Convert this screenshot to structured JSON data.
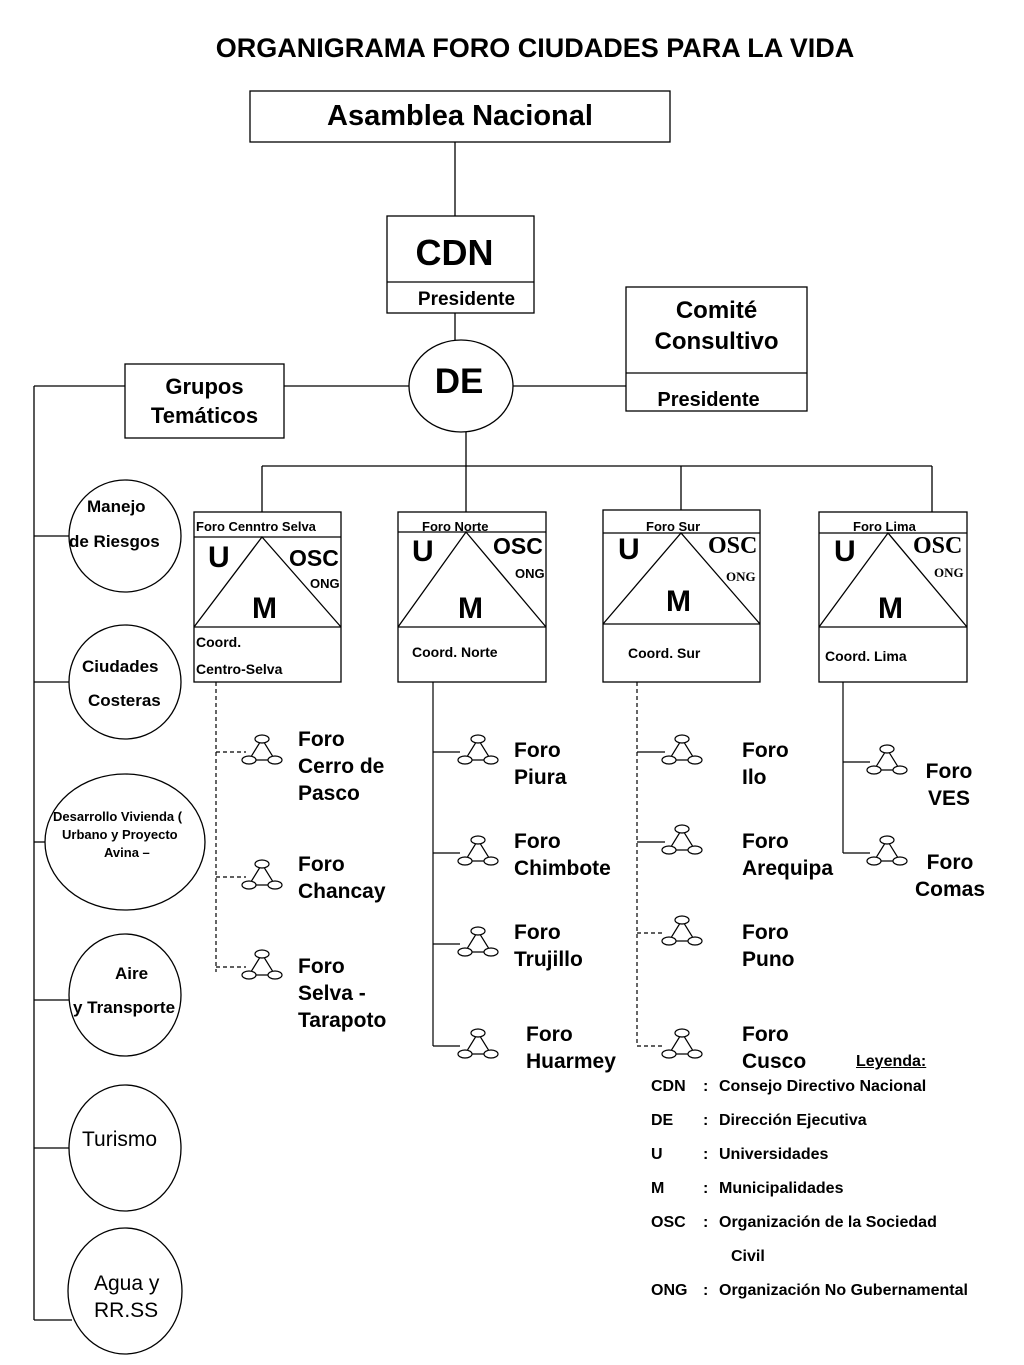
{
  "title": "ORGANIGRAMA FORO CIUDADES PARA LA VIDA",
  "asamblea": "Asamblea Nacional",
  "cdn": {
    "name": "CDN",
    "role": "Presidente"
  },
  "de": "DE",
  "comite": {
    "name_line1": "Comité",
    "name_line2": "Consultivo",
    "role": "Presidente"
  },
  "grupos": {
    "line1": "Grupos",
    "line2": "Temáticos"
  },
  "thematic_groups": [
    {
      "line1": "Manejo",
      "line2": "de Riesgos"
    },
    {
      "line1": "Ciudades",
      "line2": "Costeras"
    },
    {
      "line1": "Desarrollo Vivienda  (",
      "line2": "Urbano  y Proyecto",
      "line3": "Avina –"
    },
    {
      "line1": "Aire",
      "line2": "y Transporte"
    },
    {
      "line1": "Turismo"
    },
    {
      "line1": "Agua y",
      "line2": "RR.SS"
    }
  ],
  "foros": [
    {
      "header": "Foro Cenntro Selva",
      "coord_line1": "Coord.",
      "coord_line2": "Centro-Selva",
      "children": [
        {
          "line1": "Foro",
          "line2": "Cerro de",
          "line3": "Pasco"
        },
        {
          "line1": "Foro",
          "line2": "Chancay"
        },
        {
          "line1": "Foro",
          "line2": "Selva -",
          "line3": "Tarapoto"
        }
      ]
    },
    {
      "header": "Foro Norte",
      "coord_line1": "Coord.  Norte",
      "children": [
        {
          "line1": "Foro",
          "line2": "Piura"
        },
        {
          "line1": "Foro",
          "line2": "Chimbote"
        },
        {
          "line1": "Foro",
          "line2": "Trujillo"
        },
        {
          "line1": "Foro",
          "line2": "Huarmey"
        }
      ]
    },
    {
      "header": "Foro Sur",
      "coord_line1": "Coord.  Sur",
      "children": [
        {
          "line1": "Foro",
          "line2": "Ilo"
        },
        {
          "line1": "Foro",
          "line2": "Arequipa"
        },
        {
          "line1": "Foro",
          "line2": "Puno"
        },
        {
          "line1": "Foro",
          "line2": "Cusco"
        }
      ]
    },
    {
      "header": "Foro Lima",
      "coord_line1": "Coord. Lima",
      "children": [
        {
          "line1": "Foro",
          "line2": "VES"
        },
        {
          "line1": "Foro",
          "line2": "Comas"
        }
      ]
    }
  ],
  "triangle_labels": {
    "u": "U",
    "m": "M",
    "osc": "OSC",
    "ong": "ONG"
  },
  "legend": {
    "title": "Leyenda:",
    "items": [
      {
        "abbr": "CDN",
        "sep": ":",
        "def": "Consejo  Directivo Nacional"
      },
      {
        "abbr": "DE",
        "sep": ":",
        "def": "Dirección  Ejecutiva"
      },
      {
        "abbr": "U",
        "sep": ":",
        "def": "Universidades"
      },
      {
        "abbr": "M",
        "sep": ":",
        "def": "Municipalidades"
      },
      {
        "abbr": "OSC",
        "sep": ":",
        "def": "Organización de la Sociedad",
        "def_line2": "Civil"
      },
      {
        "abbr": "ONG",
        "sep": ":",
        "def": "Organización No Gubernamental"
      }
    ]
  }
}
